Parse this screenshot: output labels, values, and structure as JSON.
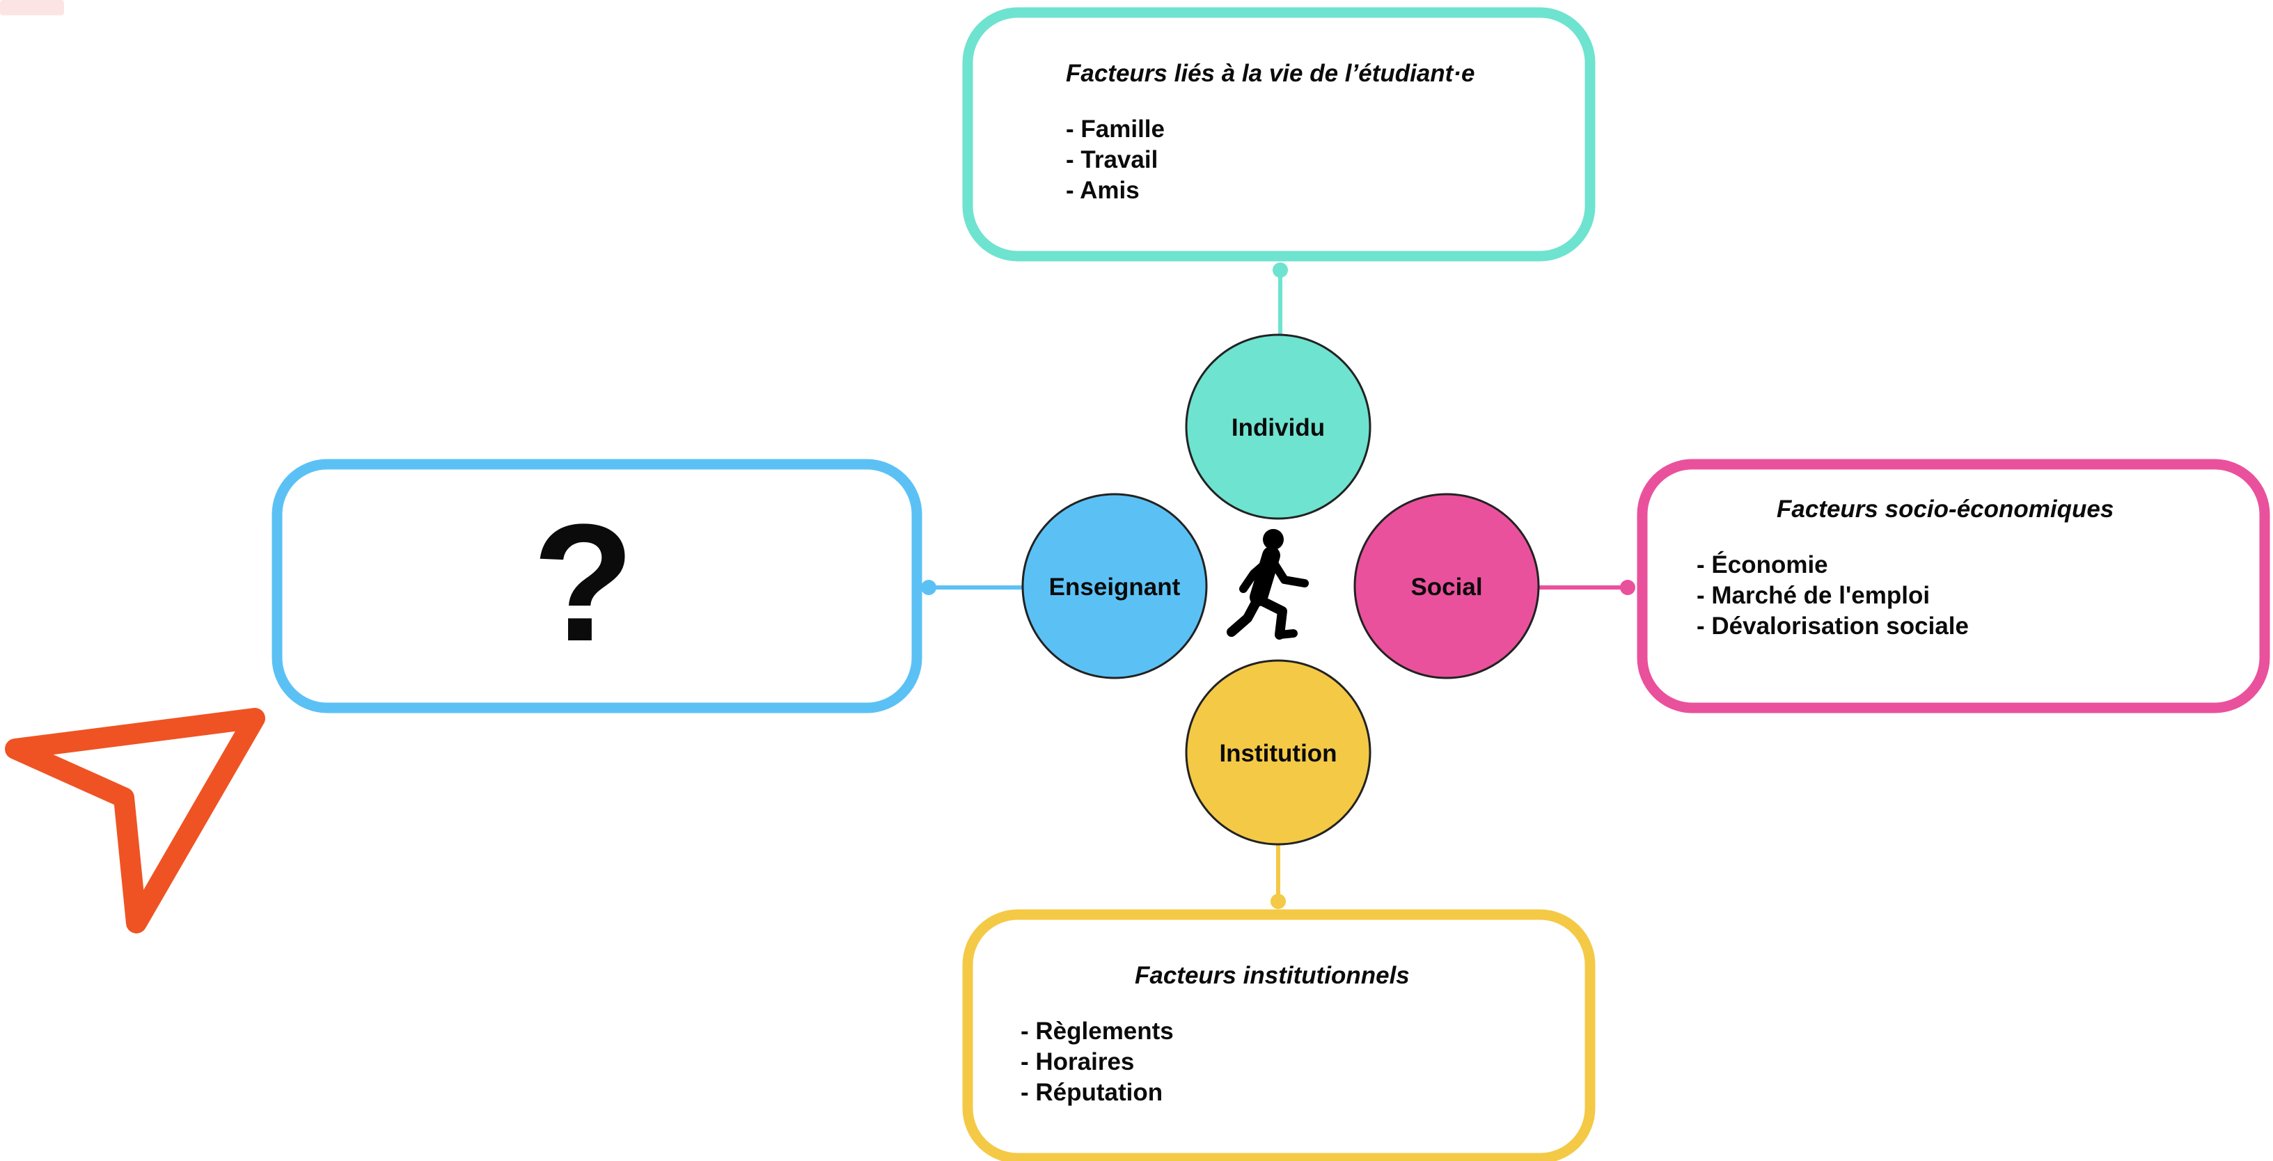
{
  "boxes": {
    "top": {
      "heading": "Facteurs liés à la vie de l’étudiant·e",
      "items": [
        "- Famille",
        "- Travail",
        "- Amis"
      ]
    },
    "right": {
      "heading": "Facteurs socio-économiques",
      "items": [
        "- Économie",
        "- Marché de l'emploi",
        "- Dévalorisation sociale"
      ]
    },
    "bottom": {
      "heading": "Facteurs institutionnels",
      "items": [
        "- Règlements",
        "- Horaires",
        "- Réputation"
      ]
    },
    "left": {
      "placeholder": "?"
    }
  },
  "nodes": {
    "individu": "Individu",
    "enseignant": "Enseignant",
    "social": "Social",
    "institution": "Institution"
  },
  "colors": {
    "teal": "#6ee3d0",
    "blue": "#5bc1f5",
    "pink": "#ea519c",
    "yellow": "#f4c946",
    "cursor": "#ef5323",
    "corner_mark": "#fde4e4"
  },
  "icons": {
    "center": "running-person-icon",
    "cursor": "cursor-arrow-icon"
  }
}
